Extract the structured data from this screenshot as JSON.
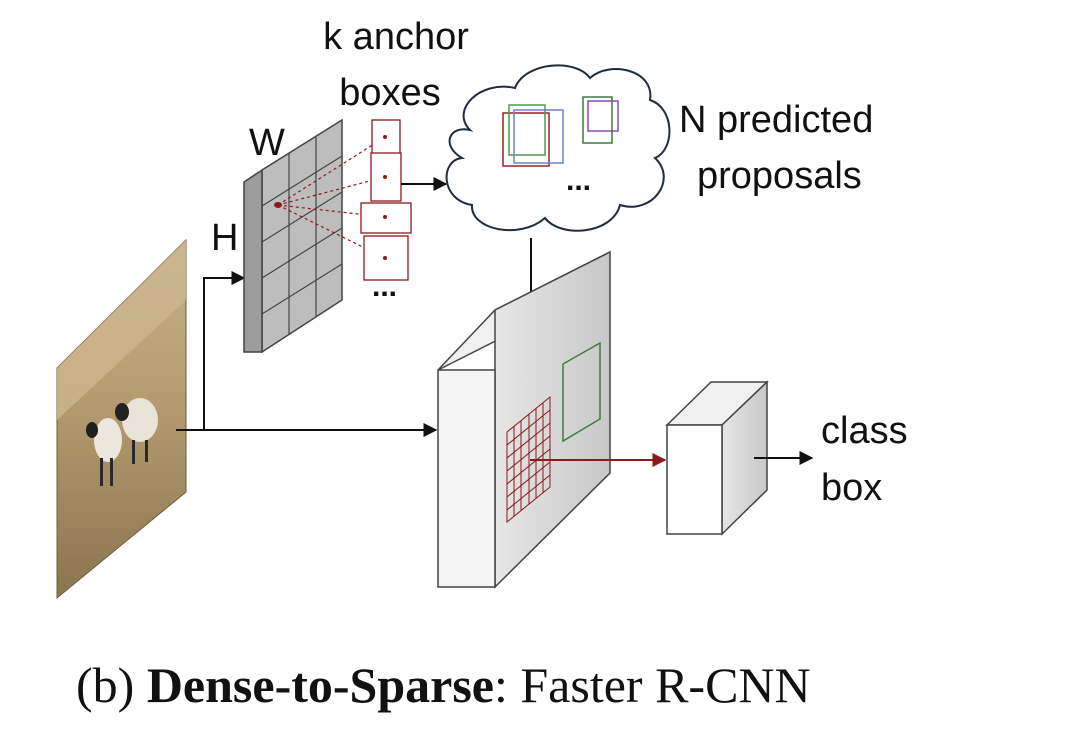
{
  "labels": {
    "anchor_line1": "k anchor",
    "anchor_line2": "boxes",
    "width": "W",
    "height": "H",
    "anchor_ellipsis": "...",
    "proposals_line1": "N predicted",
    "proposals_line2": "proposals",
    "proposals_ellipsis": "...",
    "output_class": "class",
    "output_box": "box"
  },
  "caption": {
    "prefix": "(b) ",
    "bold": "Dense-to-Sparse",
    "suffix": ": Faster R-CNN"
  },
  "colors": {
    "anchor_box": "#8b1a1a",
    "proposal_red": "#9b2222",
    "proposal_green": "#4f9a4f",
    "proposal_blue": "#6b83c9",
    "proposal_purple": "#8a4ab8",
    "proposal_darkgreen": "#3c7a3c",
    "roi_box": "#3f7d3f",
    "roi_grid": "#8b1a1a"
  }
}
